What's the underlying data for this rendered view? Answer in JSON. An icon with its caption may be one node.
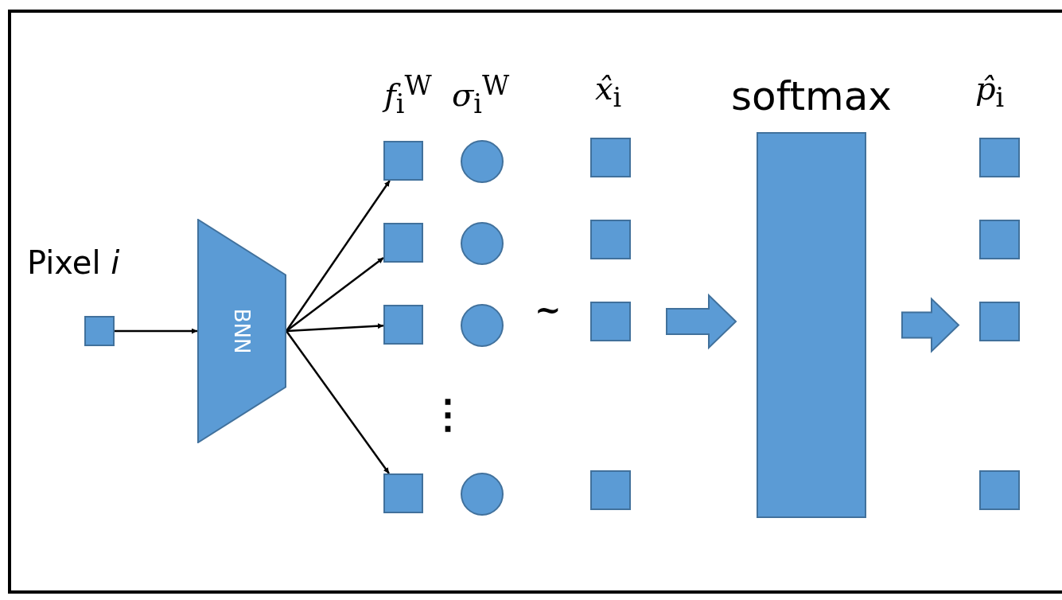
{
  "diagram": {
    "nodes": [
      {
        "text": [],
        "shape": "box",
        "beside": [
          "Pixel *i*"
        ]
      },
      {
        "text": [
          "BNN"
        ]
      },
      {
        "text": [],
        "shape": "box"
      },
      {
        "text": [],
        "shape": "box"
      },
      {
        "text": [],
        "shape": "box"
      },
      {
        "text": [],
        "shape": "box"
      },
      {
        "text": [],
        "shape": "circle"
      },
      {
        "text": [],
        "shape": "circle"
      },
      {
        "text": [],
        "shape": "circle"
      },
      {
        "text": [],
        "shape": "circle"
      },
      {
        "text": [],
        "shape": "box"
      },
      {
        "text": [],
        "shape": "box"
      },
      {
        "text": [],
        "shape": "box"
      },
      {
        "text": [],
        "shape": "box"
      },
      {
        "text": [
          "softmax"
        ]
      },
      {
        "text": [],
        "shape": "box"
      },
      {
        "text": [],
        "shape": "box"
      },
      {
        "text": [],
        "shape": "box"
      },
      {
        "text": [],
        "shape": "box"
      }
    ],
    "edges": [
      {
        "from": 0,
        "to": 1,
        "arrow": "to"
      },
      {
        "from": 1,
        "to": 2,
        "arrow": "to"
      },
      {
        "from": 1,
        "to": 3,
        "arrow": "to"
      },
      {
        "from": 1,
        "to": 4,
        "arrow": "to"
      },
      {
        "from": 1,
        "to": 5,
        "arrow": "to"
      },
      {
        "from": 12,
        "to": 14,
        "arrow": "to",
        "style": "thick"
      },
      {
        "from": 14,
        "to": 17,
        "arrow": "to",
        "style": "thick"
      }
    ],
    "labels": [
      "*f*$_{i}$$^{W}$",
      "*σ*$_{i}$$^{W}$",
      "*x̂*$_{i}$",
      "*p̂*$_{i}$",
      "~",
      "⋮"
    ]
  }
}
